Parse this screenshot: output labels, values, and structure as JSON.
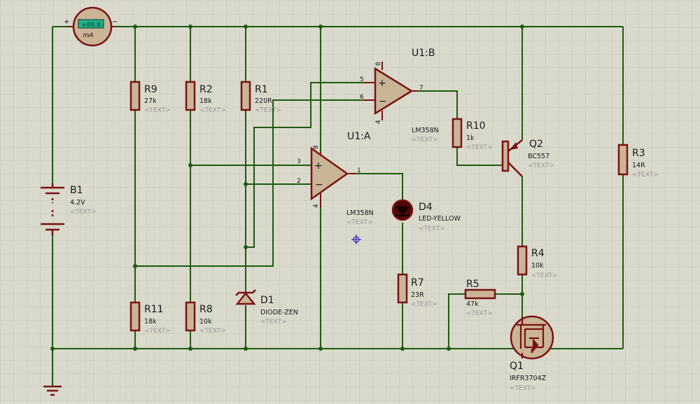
{
  "colors": {
    "background": "#d9d9cc",
    "grid": "#c6c6b8",
    "wire": "#1e5b12",
    "component": "#7a1212",
    "component_fill": "#c9b596",
    "meter_display": "#1fb08a"
  },
  "meter": {
    "display": "+88.8",
    "unit": "mA",
    "plus": "+",
    "minus": "−"
  },
  "placeholder": "<TEXT>",
  "components": {
    "B1": {
      "ref": "B1",
      "value": "4.2V"
    },
    "R9": {
      "ref": "R9",
      "value": "27k"
    },
    "R2": {
      "ref": "R2",
      "value": "18k"
    },
    "R1": {
      "ref": "R1",
      "value": "220R"
    },
    "R11": {
      "ref": "R11",
      "value": "18k"
    },
    "R8": {
      "ref": "R8",
      "value": "10k"
    },
    "D1": {
      "ref": "D1",
      "value": "DIODE-ZEN"
    },
    "U1A": {
      "ref": "U1:A",
      "value": "LM358N",
      "pins": {
        "in_plus": "3",
        "in_minus": "2",
        "out": "1",
        "vcc": "8",
        "gnd": "4"
      }
    },
    "U1B": {
      "ref": "U1:B",
      "value": "LM358N",
      "pins": {
        "in_plus": "5",
        "in_minus": "6",
        "out": "7",
        "vcc": "8",
        "gnd": "4"
      }
    },
    "D4": {
      "ref": "D4",
      "value": "LED-YELLOW"
    },
    "R7": {
      "ref": "R7",
      "value": "23R"
    },
    "R10": {
      "ref": "R10",
      "value": "1k"
    },
    "Q2": {
      "ref": "Q2",
      "value": "BC557"
    },
    "R4": {
      "ref": "R4",
      "value": "10k"
    },
    "R5": {
      "ref": "R5",
      "value": "47k"
    },
    "Q1": {
      "ref": "Q1",
      "value": "IRFR3704Z"
    },
    "R3": {
      "ref": "R3",
      "value": "14R"
    }
  }
}
